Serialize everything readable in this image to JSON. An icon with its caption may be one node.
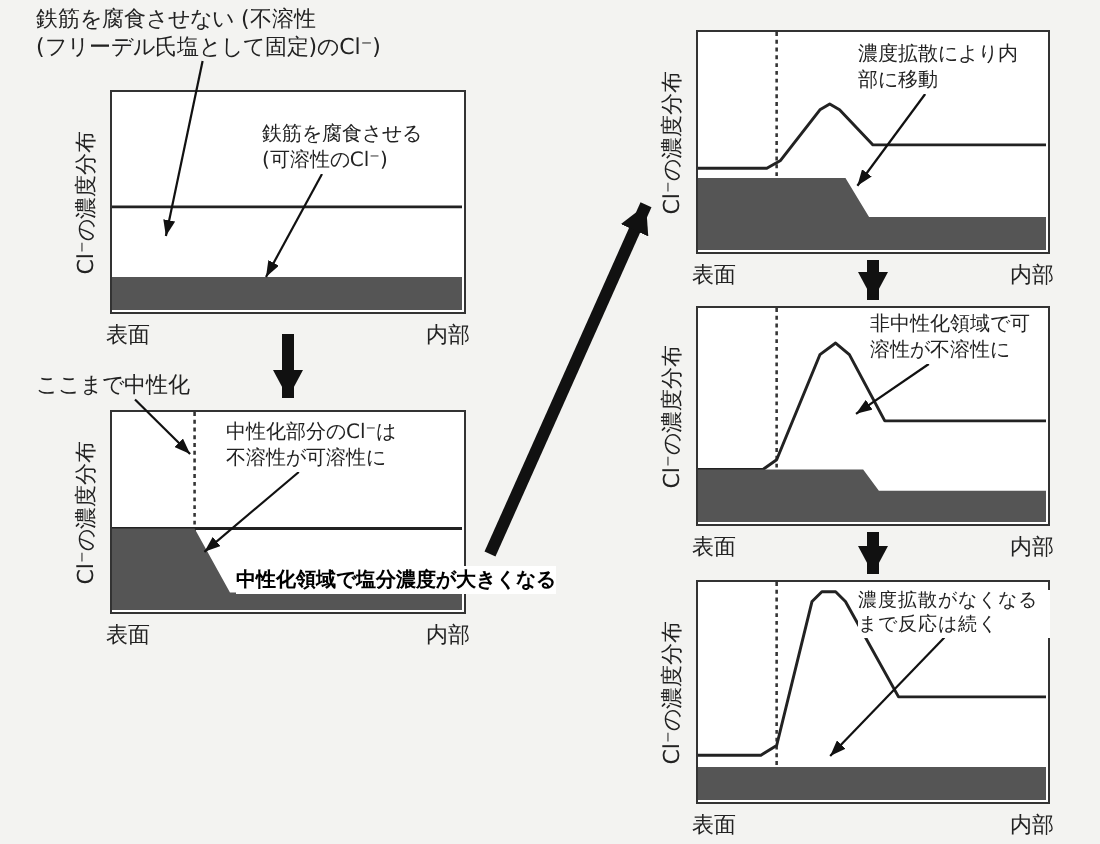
{
  "diagram": {
    "nodes": [
      {
        "text": [
          "鉄筋を腐食させない (不溶性(フリーデル氏塩として固定)のCl⁻)"
        ]
      },
      {
        "text": [],
        "shape": "box",
        "beside": [
          "Cl⁻の濃度分布",
          "表面",
          "内部"
        ]
      },
      {
        "text": [
          "鉄筋を腐食させる (可溶性のCl⁻)"
        ],
        "in": 1
      },
      {
        "text": [],
        "shape": "bar",
        "in": 1
      },
      {
        "text": [
          "ここまで中性化"
        ]
      },
      {
        "text": [],
        "shape": "box",
        "beside": [
          "Cl⁻の濃度分布",
          "表面",
          "内部"
        ]
      },
      {
        "text": [
          "中性化部分のCl⁻は不溶性が可溶性に"
        ],
        "in": 5
      },
      {
        "text": [],
        "shape": "bar",
        "in": 5
      },
      {
        "text": [],
        "shape": "box",
        "beside": [
          "Cl⁻の濃度分布",
          "表面",
          "内部"
        ]
      },
      {
        "text": [
          "濃度拡散により内部に移動"
        ],
        "in": 8
      },
      {
        "text": [],
        "shape": "bar",
        "in": 8
      },
      {
        "text": [],
        "shape": "box",
        "beside": [
          "Cl⁻の濃度分布",
          "表面",
          "内部"
        ]
      },
      {
        "text": [
          "非中性化領域で可溶性が不溶性に"
        ],
        "in": 11
      },
      {
        "text": [],
        "shape": "bar",
        "in": 11
      },
      {
        "text": [],
        "shape": "box",
        "beside": [
          "Cl⁻の濃度分布",
          "表面",
          "内部"
        ]
      },
      {
        "text": [
          "濃度拡散がなくなるまで反応は続く"
        ],
        "in": 14
      },
      {
        "text": [],
        "shape": "bar",
        "in": 14
      }
    ],
    "edges": [
      {
        "from": 0,
        "to": 1,
        "arrow": "to"
      },
      {
        "from": 2,
        "to": 3,
        "arrow": "to"
      },
      {
        "from": 4,
        "to": 5,
        "arrow": "to"
      },
      {
        "from": 6,
        "to": 7,
        "arrow": "to"
      },
      {
        "from": 9,
        "to": 10,
        "arrow": "to"
      },
      {
        "from": 12,
        "to": 11,
        "arrow": "to"
      },
      {
        "from": 15,
        "to": 14,
        "arrow": "to"
      },
      {
        "from": 1,
        "to": 5,
        "arrow": "to",
        "style": "thick"
      },
      {
        "from": 5,
        "to": 8,
        "arrow": "to",
        "style": "thick"
      },
      {
        "from": 8,
        "to": 11,
        "arrow": "to",
        "style": "thick"
      },
      {
        "from": 11,
        "to": 14,
        "arrow": "to",
        "style": "thick"
      }
    ],
    "labels": [
      "中性化領域で塩分濃度が大きくなる"
    ]
  }
}
